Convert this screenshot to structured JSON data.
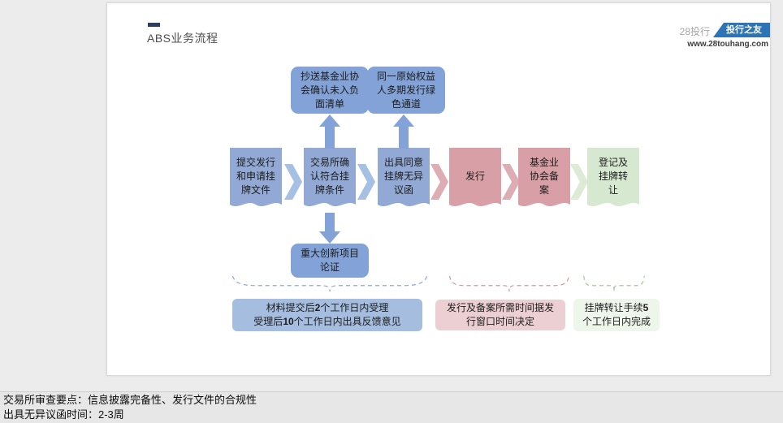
{
  "slide": {
    "title": "ABS业务流程",
    "brand": {
      "prefix": "28投行",
      "badge": "投行之友",
      "website": "www.28touhang.com"
    }
  },
  "flow": {
    "steps": [
      {
        "label": "提交发行\n和申请挂\n牌文件",
        "color": "blue"
      },
      {
        "label": "交易所确\n认符合挂\n牌条件",
        "color": "blue"
      },
      {
        "label": "出具同意\n挂牌无异\n议函",
        "color": "blue"
      },
      {
        "label": "发行",
        "color": "pink"
      },
      {
        "label": "基金业\n协会备\n案",
        "color": "pink"
      },
      {
        "label": "登记及\n挂牌转\n让",
        "color": "green"
      }
    ],
    "top_notes": [
      {
        "label": "抄送基金业协\n会确认未入负\n面清单"
      },
      {
        "label": "同一原始权益\n人多期发行绿\n色通道"
      }
    ],
    "bottom_note": {
      "label": "重大创新项目\n论证"
    },
    "annotations": {
      "blue": {
        "line1_pre": "材料提交后",
        "line1_num": "2",
        "line1_post": "个工作日内受理",
        "line2_pre": "受理后",
        "line2_num": "10",
        "line2_post": "个工作日内出具反馈意见"
      },
      "pink": {
        "text": "发行及备案所需时间据发\n行窗口时间决定"
      },
      "green": {
        "pre": "挂牌转让手续",
        "num": "5",
        "post": "\n个工作日内完成"
      }
    }
  },
  "footer": {
    "line1": "交易所审查要点：信息披露完备性、发行文件的合规性",
    "line2": "出具无异议函时间：2-3周"
  },
  "colors": {
    "title_dash": "#2a3f5f",
    "badge_blue": "#2e74b5",
    "blue_flag": "#91a9d4",
    "blue_round": "#83a3d8",
    "blue_arrow": "#83a3d8",
    "blue_chevron": "#a6c0e3",
    "pink_flag": "#d8a0a6",
    "pink_chevron": "#ddadb3",
    "green_flag": "#d6e8cf",
    "green_chevron": "#dcead6",
    "blue_note": "#a5bddf",
    "pink_note": "#eccfd2",
    "green_note": "#eef5ea",
    "brace_blue": "#8fa9d4",
    "brace_pink": "#d3989f",
    "brace_green": "#a9c79a"
  }
}
